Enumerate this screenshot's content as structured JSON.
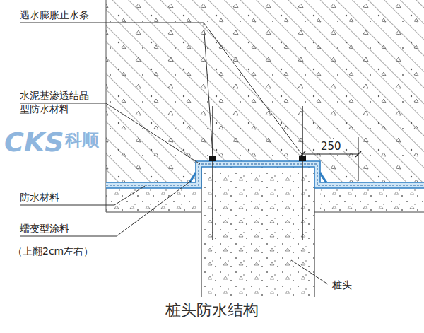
{
  "diagram": {
    "caption": "桩头防水结构",
    "labels": [
      "遇水膨胀止水条",
      "水泥基渗透结晶 型防水材料",
      "防水材料",
      "蠕变型涂料",
      "（上翻2cm左右）",
      "250",
      "桩头",
      "CKS",
      "科顺"
    ]
  }
}
